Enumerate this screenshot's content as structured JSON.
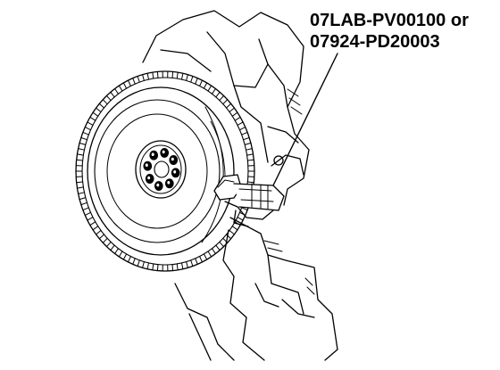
{
  "figure": {
    "callout": {
      "line1": "07LAB-PV00100 or",
      "line2": "07924-PD20003"
    },
    "colors": {
      "ink": "#000000",
      "paper": "#ffffff"
    },
    "illustration": {
      "subject": "flywheel-with-ring-gear-and-holding-tool",
      "flywheel_bolt_count": 8,
      "ring_gear_style": "toothed-ring"
    }
  }
}
